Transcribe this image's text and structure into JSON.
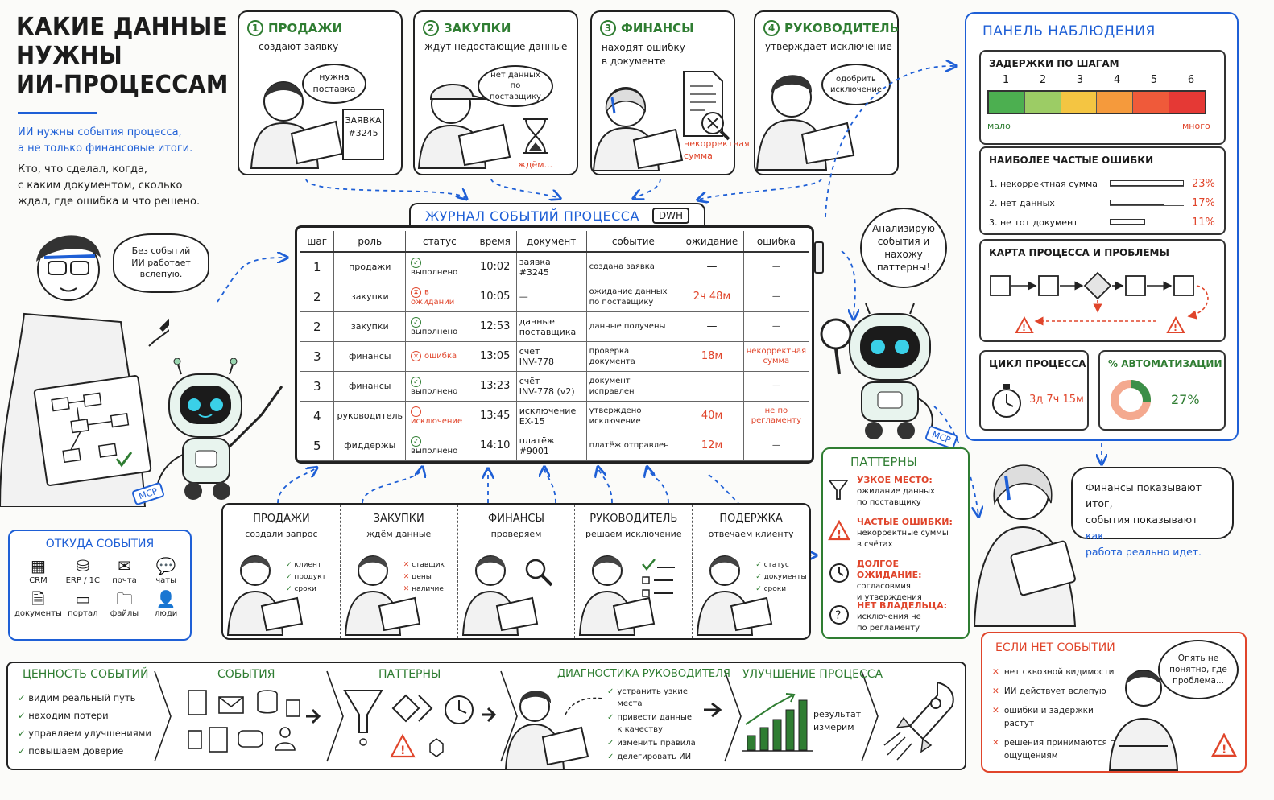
{
  "title": {
    "line1": "КАКИЕ ДАННЫЕ",
    "line2": "НУЖНЫ",
    "line3": "ИИ-ПРОЦЕССАМ"
  },
  "intro": {
    "blue1": "ИИ нужны события процесса,",
    "blue2": "а не только финансовые итоги.",
    "p1": "Кто, что сделал, когда,",
    "p2": "с каким документом, сколько",
    "p3": "ждал, где ошибка и что решено."
  },
  "teacher_bubble": {
    "l1": "Без событий",
    "l2": "ИИ работает",
    "l3": "вслепую."
  },
  "mcp_tag": "MCP",
  "steps": [
    {
      "num": "1",
      "title": "ПРОДАЖИ",
      "sub": "создают заявку",
      "bubble1": "нужна",
      "bubble2": "поставка",
      "doc1": "ЗАЯВКА",
      "doc2": "#3245"
    },
    {
      "num": "2",
      "title": "ЗАКУПКИ",
      "sub": "ждут недостающие данные",
      "bubble1": "нет данных",
      "bubble2": "по поставщику",
      "note": "ждём..."
    },
    {
      "num": "3",
      "title": "ФИНАНСЫ",
      "sub1": "находят ошибку",
      "sub2": "в документе",
      "note1": "некорректная",
      "note2": "сумма"
    },
    {
      "num": "4",
      "title": "РУКОВОДИТЕЛЬ",
      "sub": "утверждает исключение",
      "bubble1": "одобрить",
      "bubble2": "исключение"
    }
  ],
  "journal": {
    "title": "ЖУРНАЛ СОБЫТИЙ ПРОЦЕССА",
    "tag": "DWH",
    "columns": [
      "шаг",
      "роль",
      "статус",
      "время",
      "документ",
      "событие",
      "ожидание",
      "ошибка"
    ],
    "rows": [
      {
        "step": "1",
        "role": "продажи",
        "status": "выполнено",
        "st": "ok",
        "time": "10:02",
        "doc1": "заявка",
        "doc2": "#3245",
        "event": "создана заявка",
        "wait": "—",
        "err": "—"
      },
      {
        "step": "2",
        "role": "закупки",
        "status": "в ожидании",
        "st": "wait",
        "time": "10:05",
        "doc1": "—",
        "doc2": "",
        "event": "ожидание данных по поставщику",
        "wait": "2ч 48м",
        "err": "—"
      },
      {
        "step": "2",
        "role": "закупки",
        "status": "выполнено",
        "st": "ok",
        "time": "12:53",
        "doc1": "данные",
        "doc2": "поставщика",
        "event": "данные получены",
        "wait": "—",
        "err": "—"
      },
      {
        "step": "3",
        "role": "финансы",
        "status": "ошибка",
        "st": "err",
        "time": "13:05",
        "doc1": "счёт",
        "doc2": "INV-778",
        "event": "проверка документа",
        "wait": "18м",
        "err": "некорректная сумма"
      },
      {
        "step": "3",
        "role": "финансы",
        "status": "выполнено",
        "st": "ok",
        "time": "13:23",
        "doc1": "счёт",
        "doc2": "INV-778 (v2)",
        "event": "документ исправлен",
        "wait": "—",
        "err": "—"
      },
      {
        "step": "4",
        "role": "руководитель",
        "status": "исключение",
        "st": "exc",
        "time": "13:45",
        "doc1": "исключение",
        "doc2": "EX-15",
        "event": "утверждено исключение",
        "wait": "40м",
        "err": "не по регламенту"
      },
      {
        "step": "5",
        "role": "фиддержы",
        "status": "выполнено",
        "st": "ok",
        "time": "14:10",
        "doc1": "платёж",
        "doc2": "#9001",
        "event": "платёж отправлен",
        "wait": "12м",
        "err": "—"
      }
    ]
  },
  "robot_bubble": {
    "l1": "Анализирую",
    "l2": "события и",
    "l3": "нахожу",
    "l4": "паттерны!"
  },
  "dashboard": {
    "title": "ПАНЕЛЬ НАБЛЮДЕНИЯ",
    "delays": {
      "title": "ЗАДЕРЖКИ ПО ШАГАМ",
      "steps": [
        "1",
        "2",
        "3",
        "4",
        "5",
        "6"
      ],
      "low": "мало",
      "high": "много",
      "colors": [
        "#4caf50",
        "#9ccc65",
        "#f4c542",
        "#f59a3c",
        "#ef5a3a",
        "#e53935"
      ]
    },
    "errors": {
      "title": "НАИБОЛЕЕ ЧАСТЫЕ ОШИБКИ",
      "items": [
        {
          "label": "1.  некорректная сумма",
          "pct": "23%",
          "v": 23
        },
        {
          "label": "2.  нет данных",
          "pct": "17%",
          "v": 17
        },
        {
          "label": "3.  не тот документ",
          "pct": "11%",
          "v": 11
        }
      ]
    },
    "map": {
      "title": "КАРТА ПРОЦЕССА И ПРОБЛЕМЫ"
    },
    "cycle": {
      "title": "ЦИКЛ ПРОЦЕССА",
      "value": "3д 7ч 15м"
    },
    "auto": {
      "title": "% АВТОМАТИЗАЦИИ",
      "value": "27%",
      "v": 27
    }
  },
  "sources": {
    "title": "ОТКУДА СОБЫТИЯ",
    "items": [
      "CRM",
      "ERP / 1С",
      "почта",
      "чаты",
      "документы",
      "портал",
      "файлы",
      "люди"
    ]
  },
  "roles": [
    {
      "title": "ПРОДАЖИ",
      "sub": "создали запрос",
      "marks": [
        "клиент",
        "продукт",
        "сроки"
      ],
      "type": "ok"
    },
    {
      "title": "ЗАКУПКИ",
      "sub": "ждём данные",
      "marks": [
        "ставщик",
        "цены",
        "наличие"
      ],
      "type": "x"
    },
    {
      "title": "ФИНАНСЫ",
      "sub": "проверяем",
      "marks": [],
      "type": "none"
    },
    {
      "title": "РУКОВОДИТЕЛЬ",
      "sub": "решаем исключение",
      "marks": [],
      "type": "list"
    },
    {
      "title": "ПОДЕРЖКА",
      "sub": "отвечаем клиенту",
      "marks": [
        "статус",
        "документы",
        "сроки"
      ],
      "type": "ok"
    }
  ],
  "patterns": {
    "title": "ПАТТЕРНЫ",
    "items": [
      {
        "head": "УЗКОЕ МЕСТО:",
        "l1": "ожидание данных",
        "l2": "по поставщику"
      },
      {
        "head": "ЧАСТЫЕ ОШИБКИ:",
        "l1": "некорректные суммы",
        "l2": "в счётах"
      },
      {
        "head": "ДОЛГОЕ ОЖИДАНИЕ:",
        "l1": "согласовмия",
        "l2": "и утверждения"
      },
      {
        "head": "НЕТ ВЛАДЕЛЬЦА:",
        "l1": "исключения не",
        "l2": "по регламенту"
      }
    ]
  },
  "finance_bubble": {
    "l1": "Финансы показывают итог,",
    "l2": "события показывают",
    "l2b": "как",
    "l3": "работа реально идет."
  },
  "value": {
    "title": "ЦЕННОСТЬ СОБЫТИЙ",
    "items": [
      "видим реальный путь",
      "находим потери",
      "управляем улучшениями",
      "повышаем доверие"
    ],
    "events": "СОБЫТИЯ",
    "patterns": "ПАТТЕРНЫ",
    "diag": "ДИАГНОСТИКА РУКОВОДИТЕЛЯ",
    "diag_items": [
      "устранить узкие места",
      "привести данные к качеству",
      "изменить правила",
      "делегировать ИИ"
    ],
    "improve": "УЛУЧШЕНИЕ ПРОЦЕССА",
    "result1": "результат",
    "result2": "измерим"
  },
  "noevents": {
    "title": "ЕСЛИ НЕТ СОБЫТИЙ",
    "items": [
      "нет сквозной видимости",
      "ИИ действует вслепую",
      "ошибки и задержки растут",
      "решения принимаются по ощущениям"
    ],
    "bubble1": "Опять не",
    "bubble2": "понятно, где",
    "bubble3": "проблема..."
  }
}
